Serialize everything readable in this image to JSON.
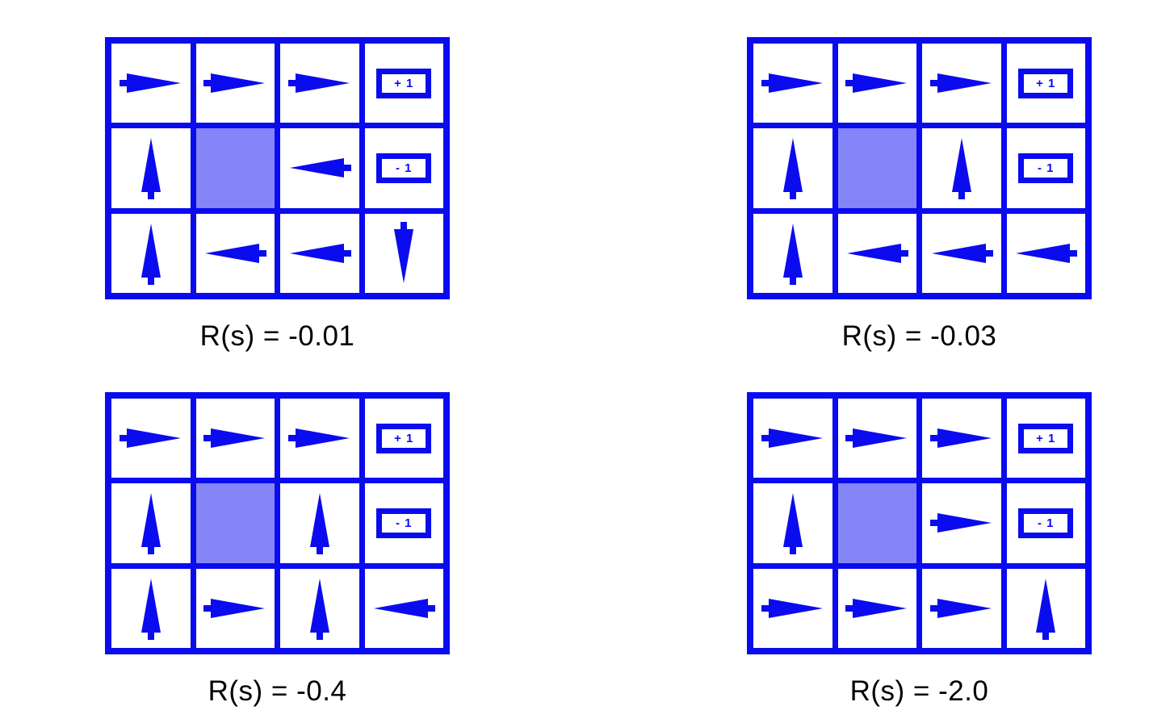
{
  "figure": {
    "description": "Optimal policies for a 4x3 gridworld under different state rewards R(s)"
  },
  "colors": {
    "blue": "#0b0bef",
    "wall": "#8585f7",
    "text": "#000000",
    "background": "#ffffff"
  },
  "terminals": {
    "plus": "+ 1",
    "minus": "- 1"
  },
  "grids": [
    {
      "label": "R(s) = -0.01",
      "rows": 3,
      "cols": 4,
      "cells": [
        [
          "right",
          "right",
          "right",
          "plus"
        ],
        [
          "up",
          "wall",
          "left",
          "minus"
        ],
        [
          "up",
          "left",
          "left",
          "down"
        ]
      ]
    },
    {
      "label": "R(s) = -0.03",
      "rows": 3,
      "cols": 4,
      "cells": [
        [
          "right",
          "right",
          "right",
          "plus"
        ],
        [
          "up",
          "wall",
          "up",
          "minus"
        ],
        [
          "up",
          "left",
          "left",
          "left"
        ]
      ]
    },
    {
      "label": "R(s) = -0.4",
      "rows": 3,
      "cols": 4,
      "cells": [
        [
          "right",
          "right",
          "right",
          "plus"
        ],
        [
          "up",
          "wall",
          "up",
          "minus"
        ],
        [
          "up",
          "right",
          "up",
          "left"
        ]
      ]
    },
    {
      "label": "R(s) = -2.0",
      "rows": 3,
      "cols": 4,
      "cells": [
        [
          "right",
          "right",
          "right",
          "plus"
        ],
        [
          "up",
          "wall",
          "right",
          "minus"
        ],
        [
          "right",
          "right",
          "right",
          "up"
        ]
      ]
    }
  ]
}
